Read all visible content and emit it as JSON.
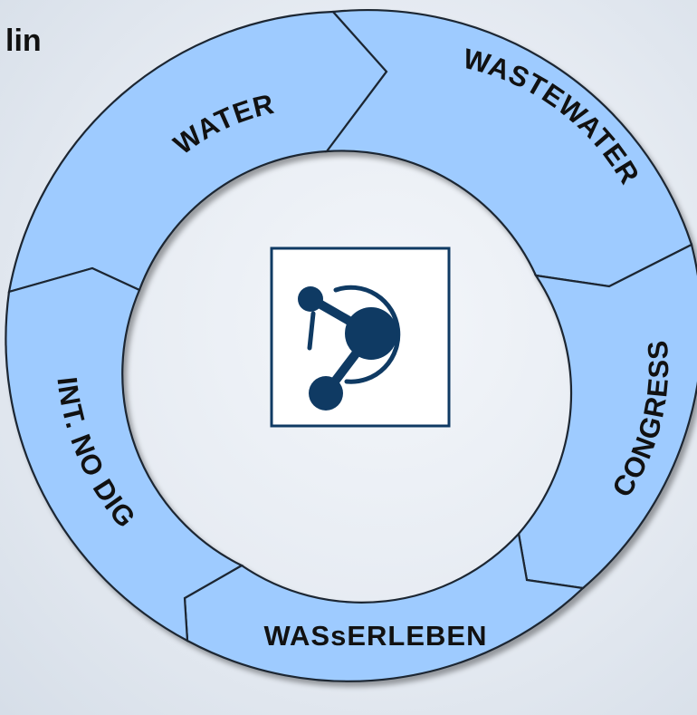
{
  "corner_text": "lin",
  "cycle": {
    "segments": [
      {
        "id": "water",
        "label": "WATER"
      },
      {
        "id": "wastewater",
        "label": "WASTEWATER"
      },
      {
        "id": "congress",
        "label": "CONGRESS"
      },
      {
        "id": "wasserleben",
        "label": "WASsERLEBEN"
      },
      {
        "id": "no-dig",
        "label": "INT. NO DIG"
      }
    ],
    "colors": {
      "segment_fill": "#9ecbff",
      "segment_stroke": "#1b2530",
      "logo_color": "#0f3a63"
    },
    "center_icon": "network-node-logo-icon"
  }
}
